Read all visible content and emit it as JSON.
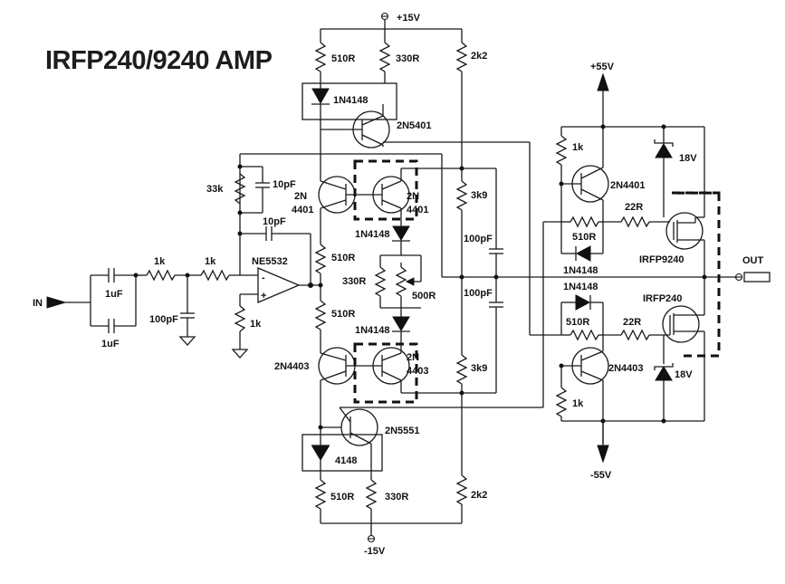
{
  "title": "IRFP240/9240 AMP",
  "rails": {
    "pos15": "+15V",
    "neg15": "-15V",
    "pos55": "+55V",
    "neg55": "-55V"
  },
  "io": {
    "input": "IN",
    "output": "OUT"
  },
  "components": {
    "r_510_top": "510R",
    "r_330_top": "330R",
    "r_2k2_top": "2k2",
    "d_top": "1N4148",
    "q_2n5401": "2N5401",
    "r_33k": "33k",
    "c_10pf_a": "10pF",
    "c_10pf_b": "10pF",
    "q_2n4401_a1": "2N",
    "q_2n4401_a2": "4401",
    "q_2n4401_b1": "2N",
    "q_2n4401_b2": "4401",
    "r_3k9_top": "3k9",
    "d_bias1": "1N4148",
    "r_1k_in1": "1k",
    "r_1k_in2": "1k",
    "opamp": "NE5532",
    "r_510_mid1": "510R",
    "c_1uf_a": "1uF",
    "c_1uf_b": "1uF",
    "c_100pf_in": "100pF",
    "r_1k_fb": "1k",
    "r_330_bias": "330R",
    "pot_500": "500R",
    "c_100pf_a": "100pF",
    "c_100pf_b": "100pF",
    "r_510_mid2": "510R",
    "d_bias2": "1N4148",
    "q_2n4403_a": "2N4403",
    "q_2n4403_b1": "2N",
    "q_2n4403_b2": "4403",
    "r_3k9_bot": "3k9",
    "q_2n5551": "2N5551",
    "d_bot": "4148",
    "r_510_bot": "510R",
    "r_330_bot": "330R",
    "r_2k2_bot": "2k2",
    "r_1k_out_top": "1k",
    "q_2n4401_out": "2N4401",
    "z_18v_top": "18V",
    "r_22r_top": "22R",
    "r_510_out_top": "510R",
    "d_out_top": "1N4148",
    "q_irfp9240": "IRFP9240",
    "d_out_bot": "1N4148",
    "q_irfp240": "IRFP240",
    "r_510_out_bot": "510R",
    "r_22r_bot": "22R",
    "q_2n4403_out": "2N4403",
    "z_18v_bot": "18V",
    "r_1k_out_bot": "1k"
  }
}
